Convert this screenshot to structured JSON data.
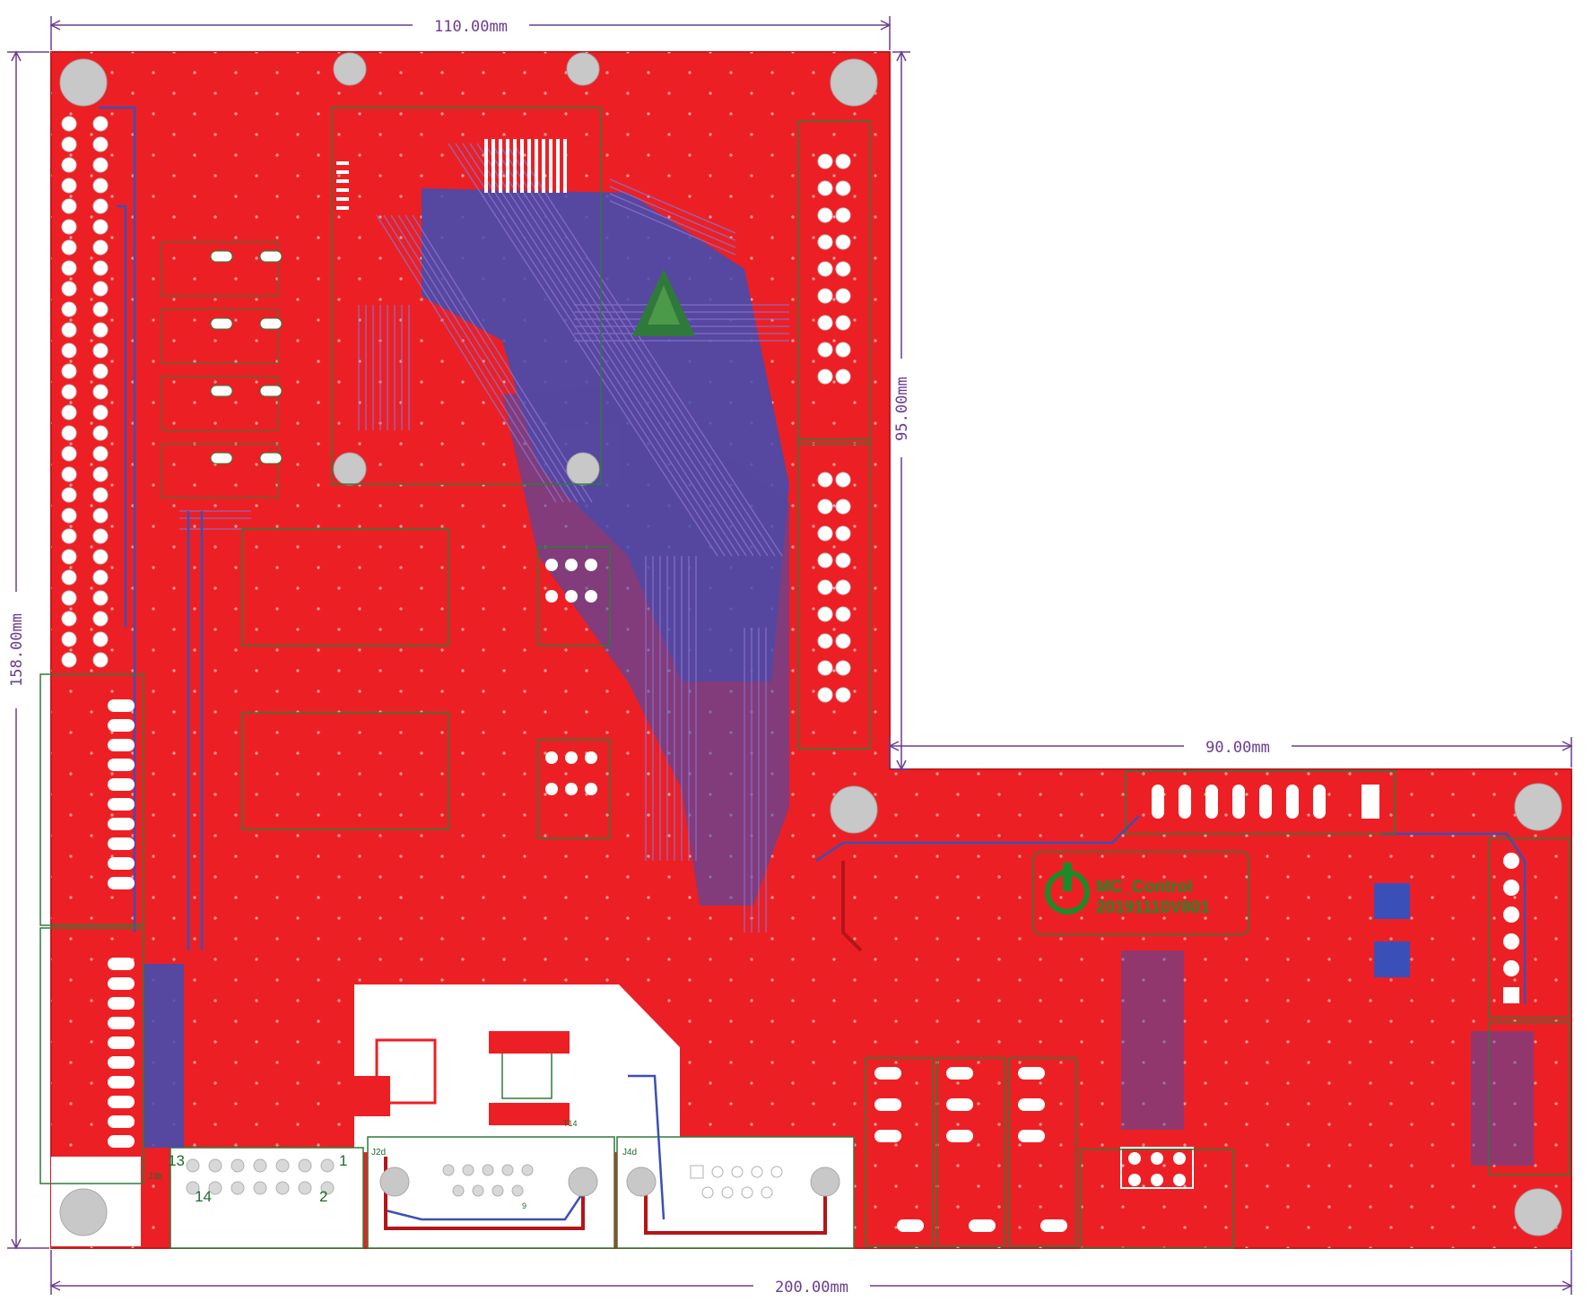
{
  "colors": {
    "copper_top": "#ec2024",
    "copper_bottom": "#3b4fb8",
    "hole": "#c8c8c8",
    "silk": "#2f7a3a",
    "dimension": "#6a3d8f",
    "pad": "#ffffff"
  },
  "dimensions": {
    "top_width": "110.00mm",
    "right_height": "95.00mm",
    "inner_width": "90.00mm",
    "left_height": "158.00mm",
    "bottom_width": "200.00mm"
  },
  "logo": {
    "line1": "MC_Control",
    "line2": "20191110V801"
  },
  "labels": {
    "j3b": "J3b",
    "j2d": "J2d",
    "j4d": "J4d",
    "pin_1": "1",
    "pin_2": "2",
    "pin_13": "13",
    "pin_14": "14",
    "t14": "T14",
    "pin_9": "9"
  }
}
